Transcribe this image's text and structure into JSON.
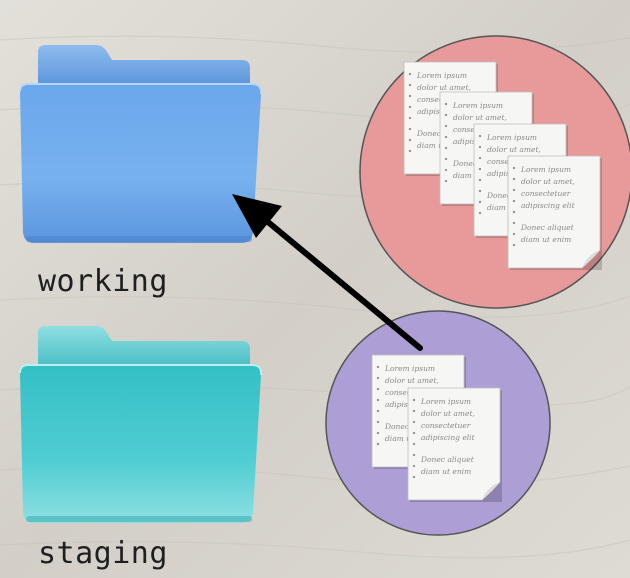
{
  "folders": {
    "working": {
      "label": "working",
      "color": "#5c9ce6"
    },
    "staging": {
      "label": "staging",
      "color": "#3fc3c8"
    }
  },
  "groups": {
    "working_docs": {
      "color": "#e89a9a",
      "doc_count": 4
    },
    "staging_docs": {
      "color": "#ad9fd6",
      "doc_count": 2
    }
  },
  "document_text": [
    "Lorem ipsum",
    "dolor ut amet,",
    "consectetuer",
    "adipiscing elit",
    "Donec aliquet",
    "diam ut enim"
  ],
  "arrow": {
    "from": "staging_docs",
    "to": "working",
    "color": "#000000"
  }
}
